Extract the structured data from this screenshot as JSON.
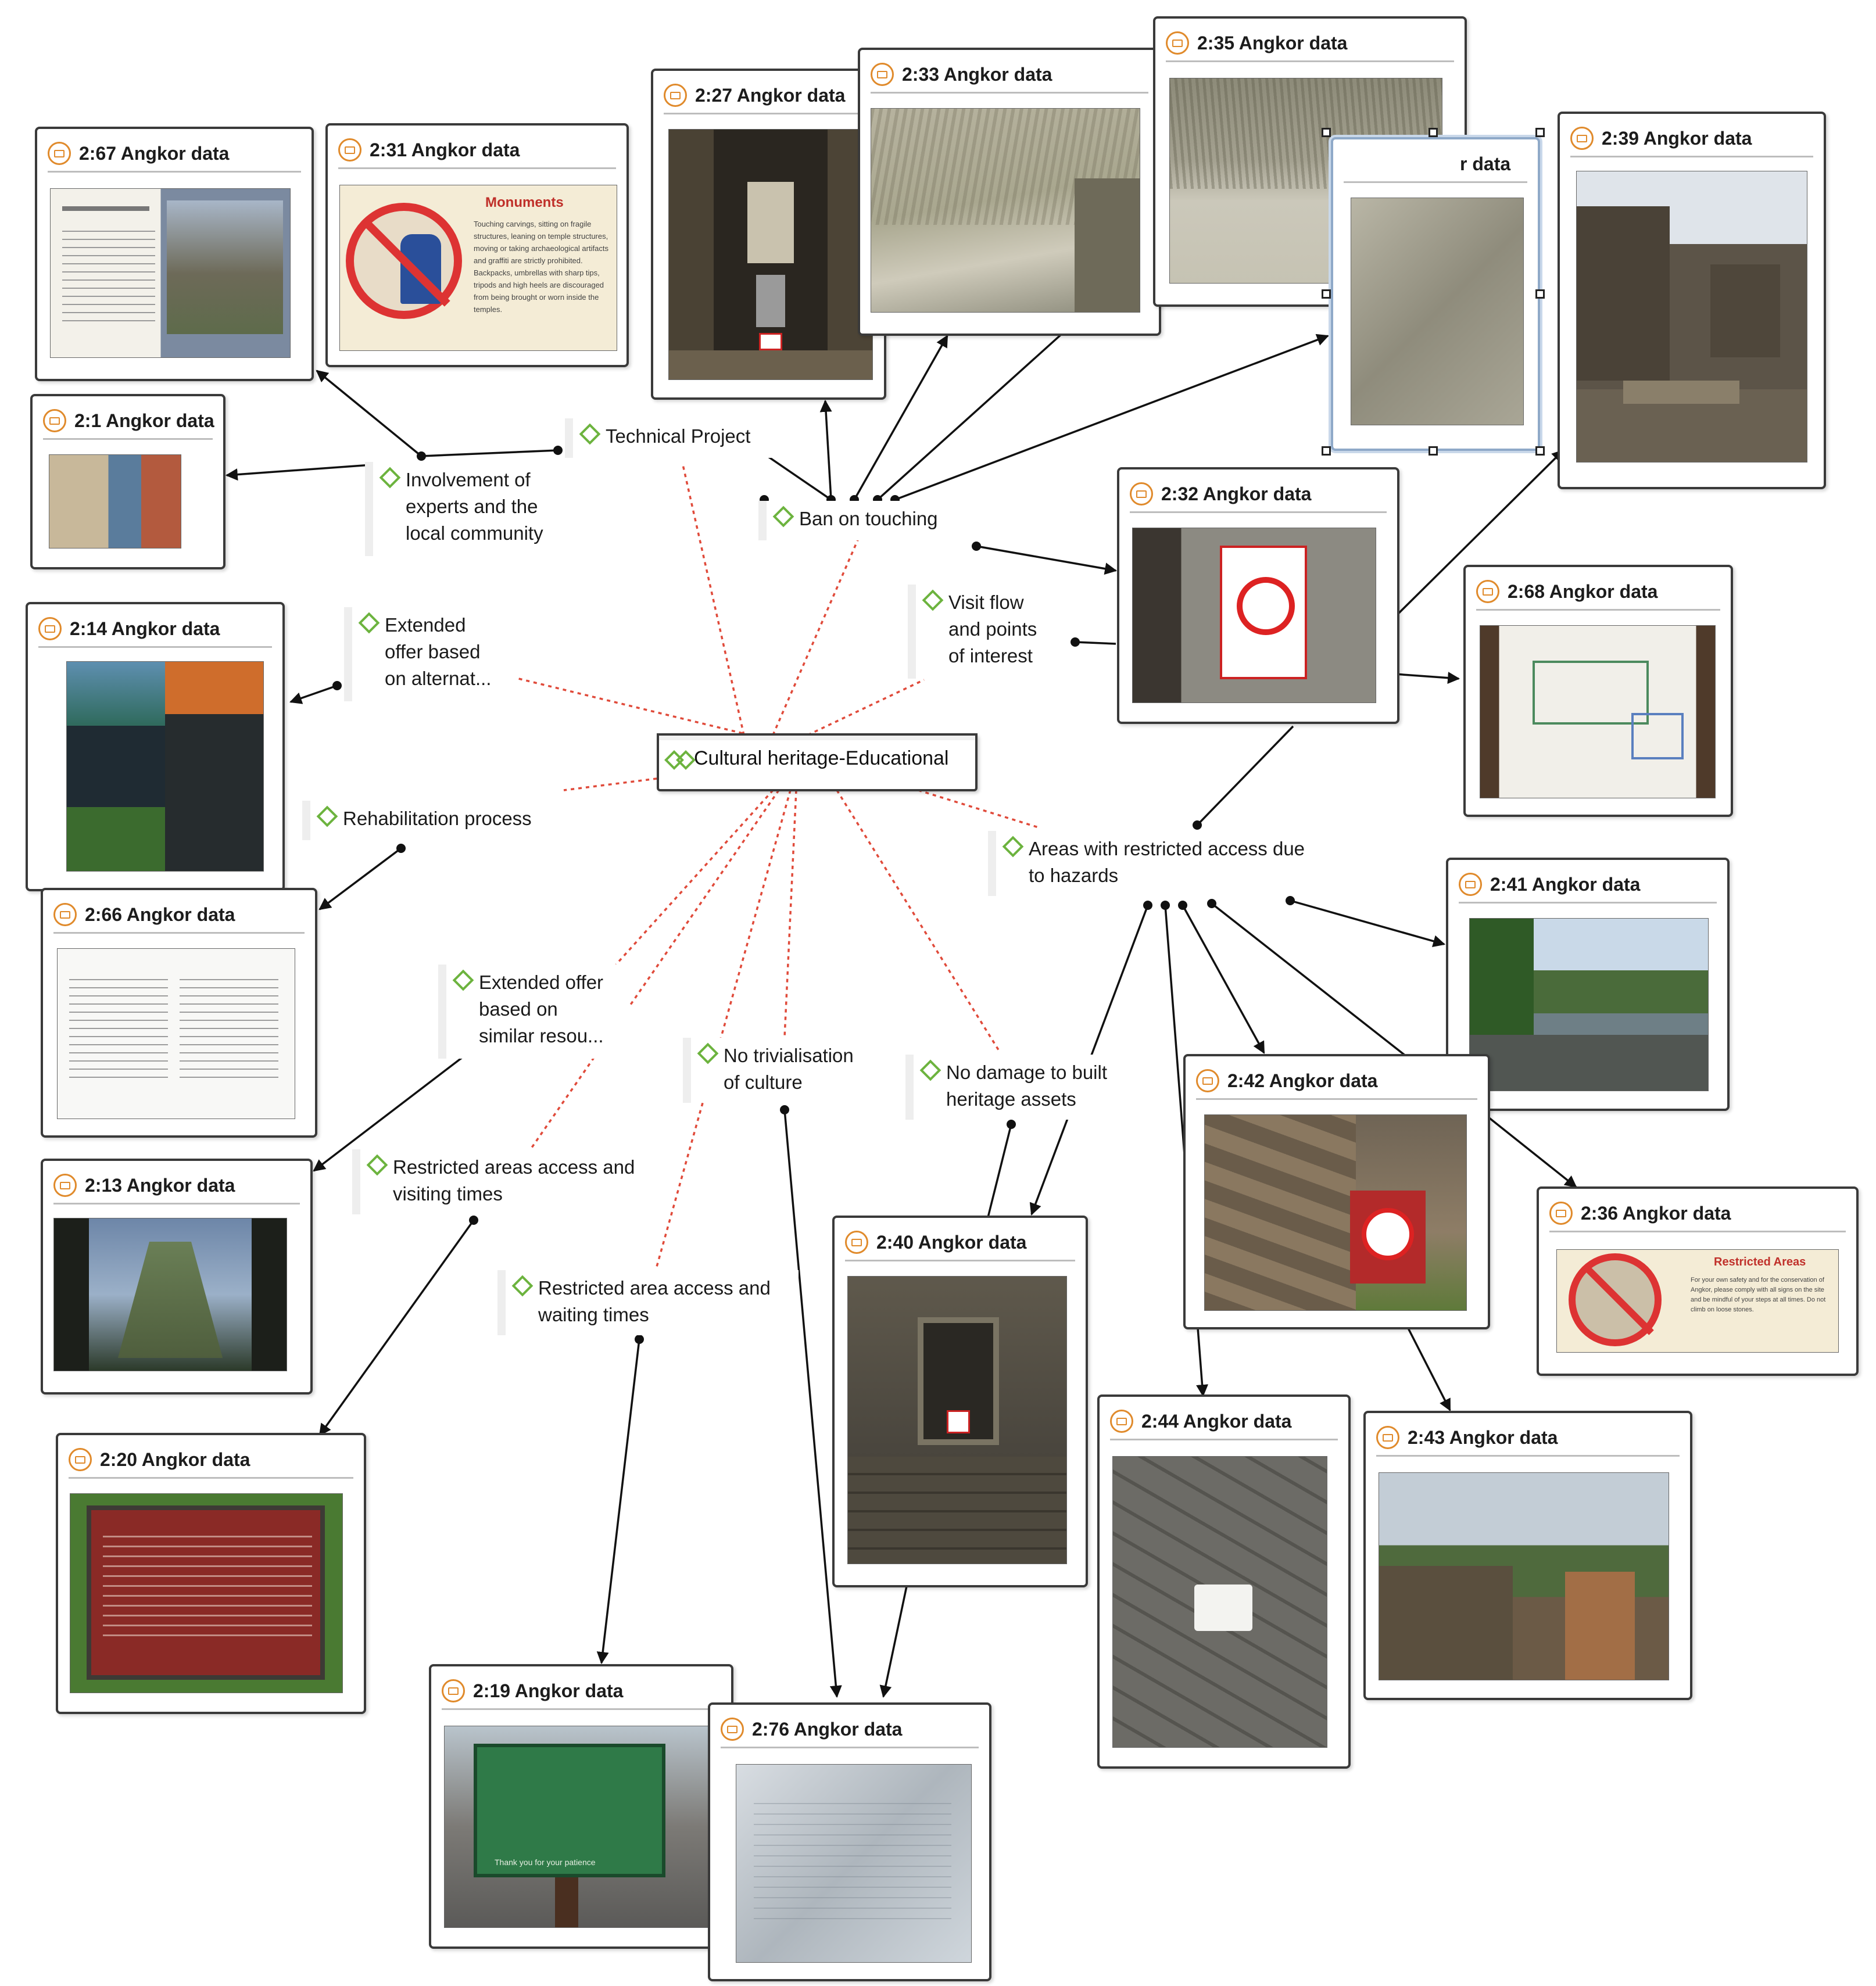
{
  "central": {
    "label": "Cultural heritage-Educational"
  },
  "codes": {
    "technical_project": "Technical Project",
    "involvement": "Involvement of\nexperts and the\nlocal community",
    "ban_touching": "Ban on touching",
    "visit_flow": "Visit flow\nand points\nof interest",
    "extended_alternat": "Extended\noffer based\non alternat...",
    "rehabilitation": "Rehabilitation process",
    "areas_restricted": "Areas with restricted access due\nto hazards",
    "extended_similar": "Extended offer\nbased on\nsimilar resou...",
    "no_trivialisation": "No trivialisation\nof culture",
    "no_damage": "No damage to built\nheritage assets",
    "restricted_visiting": "Restricted areas access and\nvisiting times",
    "restricted_waiting": "Restricted area access and\nwaiting times"
  },
  "documents": {
    "d267": "2:67 Angkor data",
    "d231": "2:31 Angkor data",
    "d227": "2:27 Angkor data",
    "d233": "2:33 Angkor data",
    "d235": "2:35 Angkor data",
    "d239": "2:39 Angkor data",
    "d2hidden": "r data",
    "d21": "2:1 Angkor data",
    "d232": "2:32 Angkor data",
    "d268": "2:68 Angkor data",
    "d214": "2:14 Angkor data",
    "d266": "2:66 Angkor data",
    "d241": "2:41 Angkor data",
    "d242": "2:42 Angkor data",
    "d236": "2:36 Angkor data",
    "d213": "2:13 Angkor data",
    "d240": "2:40 Angkor data",
    "d244": "2:44 Angkor data",
    "d243": "2:43 Angkor data",
    "d220": "2:20 Angkor data",
    "d219": "2:19 Angkor data",
    "d276": "2:76 Angkor data"
  },
  "photo_text": {
    "monuments_heading": "Monuments",
    "monuments_body": "Touching carvings, sitting on fragile structures, leaning on temple structures, moving or taking archaeological artifacts and graffiti are strictly prohibited. Backpacks, umbrellas with sharp tips, tripods and high heels are discouraged from being brought or worn inside the temples.",
    "restricted_heading": "Restricted Areas",
    "restricted_body": "For your own safety and for the conservation of Angkor, please comply with all signs on the site and be mindful of your steps at all times. Do not climb on loose stones.",
    "thank_you": "Thank you for your patience"
  },
  "colors": {
    "node_border": "#3a3a3a",
    "code_diamond": "#6cb33e",
    "doc_icon": "#e08a2b",
    "dotted_link": "#e04a3a",
    "solid_link": "#111111",
    "selection": "#8fa9c8"
  }
}
